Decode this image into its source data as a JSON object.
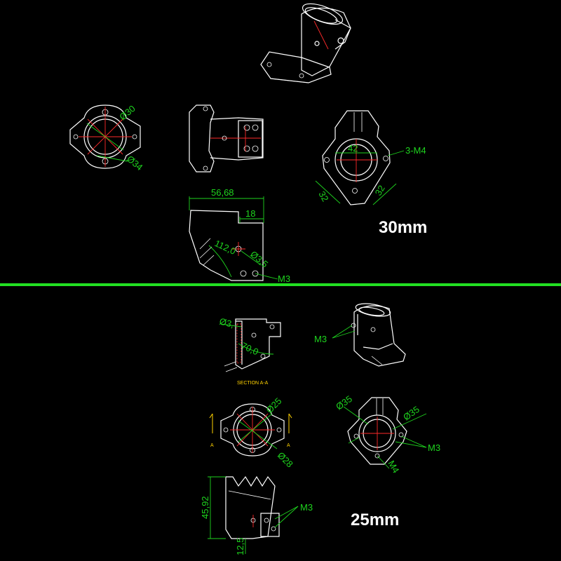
{
  "colors": {
    "background": "#000000",
    "outline": "#ffffff",
    "centerline": "#ff2a2a",
    "dimension": "#1ed41e",
    "section": "#ffd200",
    "divider": "#22e022"
  },
  "top": {
    "size_label": "30mm",
    "dims": {
      "d30": "Ø30",
      "d34": "Ø34",
      "dim42": "42",
      "thread_3m4": "3-M4",
      "dim32_left": "32",
      "dim32_right": "32",
      "dim5668": "56,68",
      "dim18": "18",
      "angle112": "112,0",
      "d35": "Ø3,5",
      "m3": "M3"
    }
  },
  "bottom": {
    "size_label": "25mm",
    "dims": {
      "d3": "Ø3,",
      "angle70": "70,0",
      "section": "SECTION A-A",
      "m3_iso": "M3",
      "d25": "Ø25",
      "d28": "Ø28",
      "a_left": "A",
      "a_right": "A",
      "d35_left": "Ø35",
      "d35_right": "Ø35",
      "m3_right": "M3",
      "m4": "M4",
      "dim4592": "45,92",
      "dim125": "12,5",
      "m3_side": "M3"
    }
  }
}
